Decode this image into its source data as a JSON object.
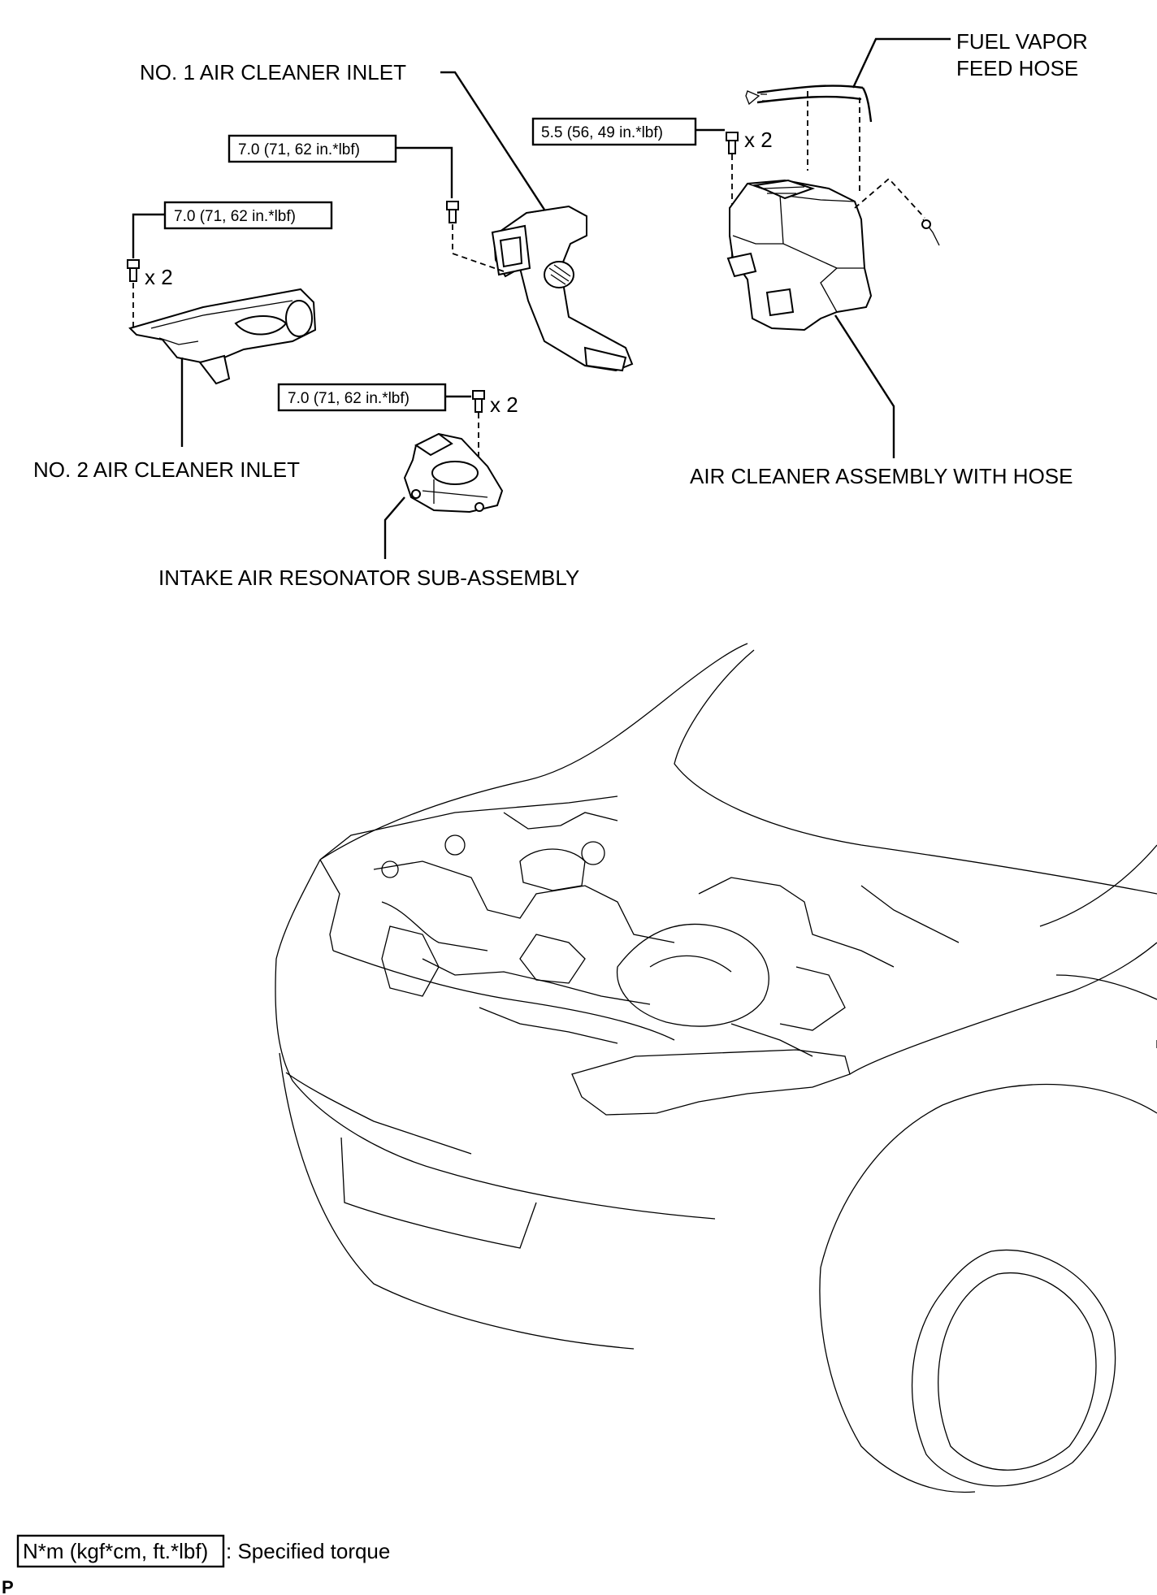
{
  "labels": {
    "no1_air_cleaner_inlet": "NO. 1 AIR CLEANER INLET",
    "fuel_vapor_feed_hose_line1": "FUEL VAPOR",
    "fuel_vapor_feed_hose_line2": "FEED HOSE",
    "no2_air_cleaner_inlet": "NO. 2 AIR CLEANER INLET",
    "air_cleaner_assembly": "AIR CLEANER ASSEMBLY WITH HOSE",
    "intake_air_resonator": "INTAKE AIR RESONATOR SUB-ASSEMBLY"
  },
  "torques": {
    "no2_inlet_bolt": "7.0 (71, 62 in.*lbf)",
    "no1_inlet_bolt": "7.0 (71, 62 in.*lbf)",
    "air_cleaner_bolt": "5.5 (56, 49 in.*lbf)",
    "resonator_bolt": "7.0 (71, 62 in.*lbf)"
  },
  "quantities": {
    "no2_inlet_bolt": "x 2",
    "air_cleaner_bolt": "x 2",
    "resonator_bolt": "x 2"
  },
  "legend": {
    "unit_box": "N*m (kgf*cm, ft.*lbf)",
    "description": ": Specified torque"
  },
  "corner_mark": "P"
}
